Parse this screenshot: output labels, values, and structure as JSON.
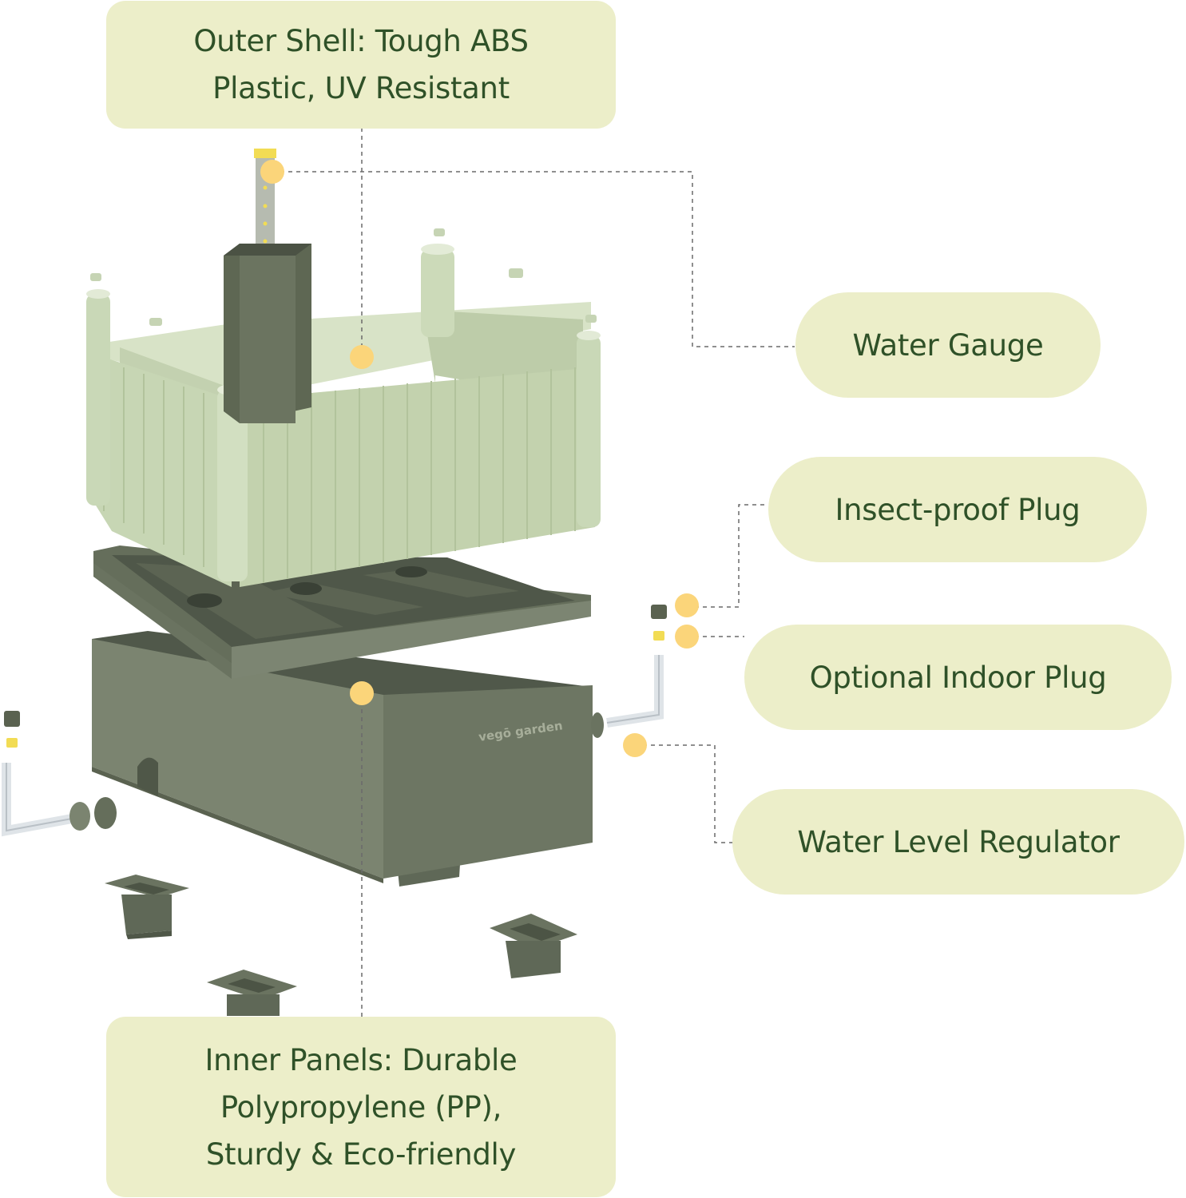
{
  "callouts": {
    "outer_shell": {
      "lines": [
        "Outer Shell: Tough ABS",
        "Plastic, UV Resistant"
      ]
    },
    "water_gauge": {
      "text": "Water Gauge"
    },
    "insect_proof_plug": {
      "text": "Insect-proof Plug"
    },
    "optional_indoor_plug": {
      "text": "Optional Indoor Plug"
    },
    "water_level_regulator": {
      "text": "Water Level Regulator"
    },
    "inner_panels": {
      "lines": [
        "Inner Panels: Durable",
        "Polypropylene (PP),",
        "Sturdy & Eco-friendly"
      ]
    }
  },
  "product": {
    "brand_mark": "vegō garden"
  },
  "colors": {
    "label_background": "#eceec9",
    "label_text": "#2f5128",
    "marker_dot": "#fbd57a",
    "shell_green": "#c7d6b4",
    "base_dark": "#6b7462"
  }
}
